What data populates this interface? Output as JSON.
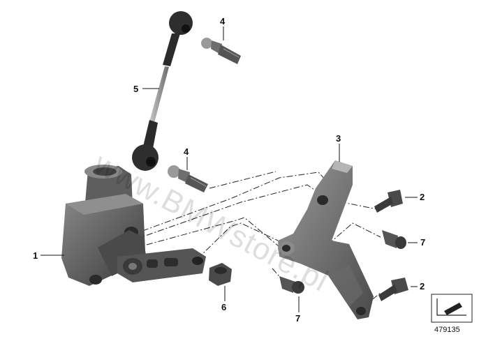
{
  "callouts": {
    "c1": "1",
    "c2a": "2",
    "c2b": "2",
    "c3": "3",
    "c4a": "4",
    "c4b": "4",
    "c5": "5",
    "c6": "6",
    "c7a": "7",
    "c7b": "7"
  },
  "watermark": "www.BMWstore.pl",
  "diagram_number": "479135",
  "colors": {
    "part_dark": "#3c3c3c",
    "part_mid": "#6b6b6b",
    "part_light": "#a9a9a9",
    "leader": "#111111"
  }
}
